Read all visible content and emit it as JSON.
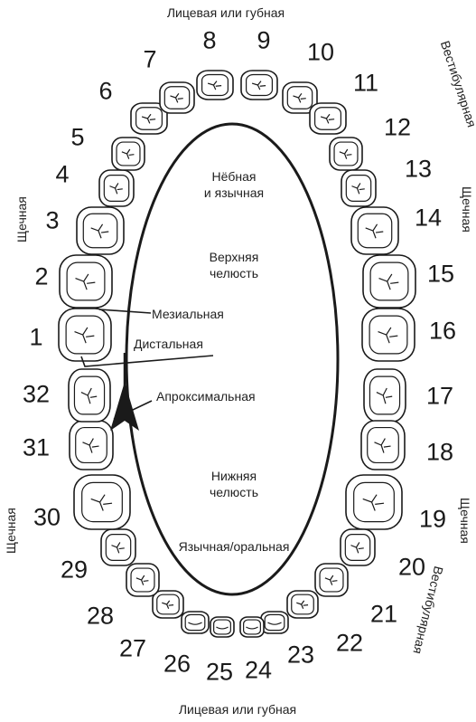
{
  "labels": {
    "top": "Лицевая или губная",
    "bottom": "Лицевая или губная",
    "palatal_lingual_line1": "Нёбная",
    "palatal_lingual_line2": "и язычная",
    "upper_jaw_line1": "Верхняя",
    "upper_jaw_line2": "челюсть",
    "lower_jaw_line1": "Нижняя",
    "lower_jaw_line2": "челюсть",
    "mesial": "Мезиальная",
    "distal": "Дистальная",
    "approximal": "Апроксимальная",
    "lingual_oral": "Язычная/оральная",
    "buccal_upper_left": "Щечная",
    "buccal_upper_right": "Щечная",
    "buccal_lower_left": "Щечная",
    "buccal_lower_right": "Щечная",
    "vestibular_upper_right": "Вестибулярная",
    "vestibular_lower_right": "Вестибулярная"
  },
  "tooth_numbers": [
    "1",
    "2",
    "3",
    "4",
    "5",
    "6",
    "7",
    "8",
    "9",
    "10",
    "11",
    "12",
    "13",
    "14",
    "15",
    "16",
    "17",
    "18",
    "19",
    "20",
    "21",
    "22",
    "23",
    "24",
    "25",
    "26",
    "27",
    "28",
    "29",
    "30",
    "31",
    "32"
  ],
  "colors": {
    "ink": "#1a1a1a",
    "paper": "#ffffff"
  }
}
